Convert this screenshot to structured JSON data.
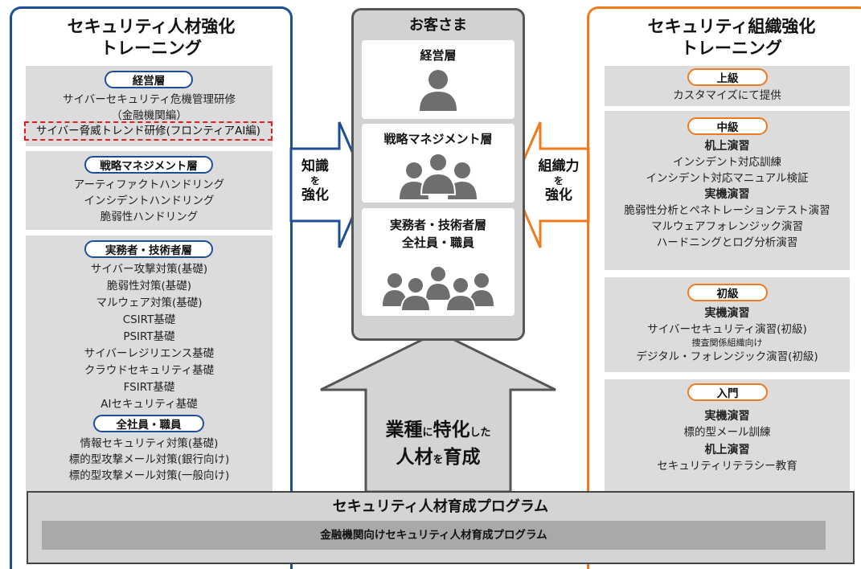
{
  "left_panel": {
    "title_line1": "セキュリティ人材強化",
    "title_line2": "トレーニング",
    "executive": {
      "label": "経営層",
      "line1": "サイバーセキュリティ危機管理研修",
      "line2": "（金融機関編）",
      "highlight": "サイバー脅威トレンド研修(フロンティアAI編)"
    },
    "strategy": {
      "label": "戦略マネジメント層",
      "items": [
        "アーティファクトハンドリング",
        "インシデントハンドリング",
        "脆弱性ハンドリング"
      ]
    },
    "practitioner": {
      "label": "実務者・技術者層",
      "items": [
        "サイバー攻撃対策(基礎)",
        "脆弱性対策(基礎)",
        "マルウェア対策(基礎)",
        "CSIRT基礎",
        "PSIRT基礎",
        "サイバーレジリエンス基礎",
        "クラウドセキュリティ基礎",
        "FSIRT基礎",
        "AIセキュリティ基礎"
      ]
    },
    "all_staff": {
      "label": "全社員・職員",
      "items": [
        "情報セキュリティ対策(基礎)",
        "標的型攻撃メール対策(銀行向け)",
        "標的型攻撃メール対策(一般向け)"
      ]
    }
  },
  "center": {
    "title": "お客さま",
    "tier1": "経営層",
    "tier2": "戦略マネジメント層",
    "tier3_line1": "実務者・技術者層",
    "tier3_line2": "全社員・職員",
    "up_arrow": {
      "a": "業種",
      "b": "に",
      "c": "特化",
      "d": "した",
      "e": "人材",
      "f": "を",
      "g": "育成"
    }
  },
  "left_arrow": {
    "line1": "知識",
    "line2": "を",
    "line3": "強化"
  },
  "right_arrow": {
    "line1": "組織力",
    "line2": "を",
    "line3": "強化"
  },
  "right_panel": {
    "title_line1": "セキュリティ組織強化",
    "title_line2": "トレーニング",
    "advanced": {
      "label": "上級",
      "line": "カスタマイズにて提供"
    },
    "intermediate": {
      "label": "中級",
      "h1": "机上演習",
      "h1_items": [
        "インシデント対応訓練",
        "インシデント対応マニュアル検証"
      ],
      "h2": "実機演習",
      "h2_items": [
        "脆弱性分析とペネトレーションテスト演習",
        "マルウェアフォレンジック演習",
        "ハードニングとログ分析演習"
      ]
    },
    "beginner": {
      "label": "初級",
      "h1": "実機演習",
      "line1": "サイバーセキュリティ演習(初級)",
      "line2": "捜査関係組織向け",
      "line3": "デジタル・フォレンジック演習(初級)"
    },
    "intro": {
      "label": "入門",
      "h1": "実機演習",
      "line1": "標的型メール訓練",
      "h2": "机上演習",
      "line2": "セキュリティリテラシー教育"
    }
  },
  "bottom": {
    "title": "セキュリティ人材育成プログラム",
    "subtitle": "金融機関向けセキュリティ人材育成プログラム"
  },
  "colors": {
    "blue": "#1f4e99",
    "orange": "#f07a1e",
    "red_dash": "#e02020",
    "gray": "#dcdcdc",
    "icon": "#6e6e6e"
  }
}
